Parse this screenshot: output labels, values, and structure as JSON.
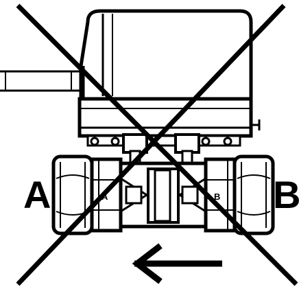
{
  "diagram": {
    "port_left_label": "A",
    "port_right_label": "B",
    "valve_left_small_label": "A",
    "valve_right_small_label": "B",
    "icons": {
      "prohibited_mark": "cross-out-x-icon",
      "flow_direction": "left-arrow-icon"
    },
    "colors": {
      "ink": "#000000",
      "paper": "#ffffff"
    }
  }
}
